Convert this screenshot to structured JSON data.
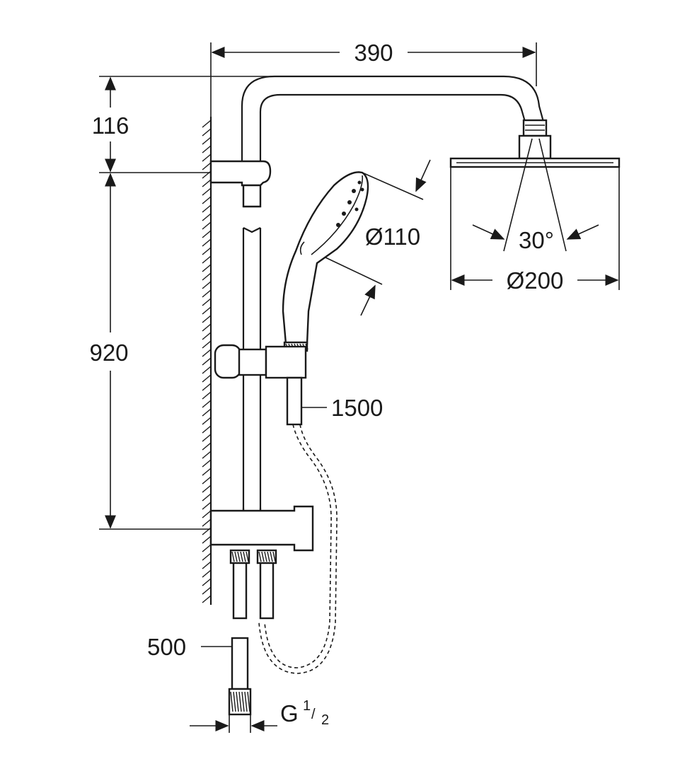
{
  "diagram": {
    "dimensions": {
      "arm_projection": "390",
      "arm_height": "116",
      "rail_height": "920",
      "hand_shower_diameter": "Ø110",
      "head_diameter": "Ø200",
      "spray_angle": "30°",
      "hose_length": "1500",
      "inlet_hose_length": "500",
      "thread_main": "G",
      "thread_num": "1",
      "thread_den": "2"
    },
    "colors": {
      "ink": "#1a1a1a",
      "background": "#ffffff"
    }
  }
}
